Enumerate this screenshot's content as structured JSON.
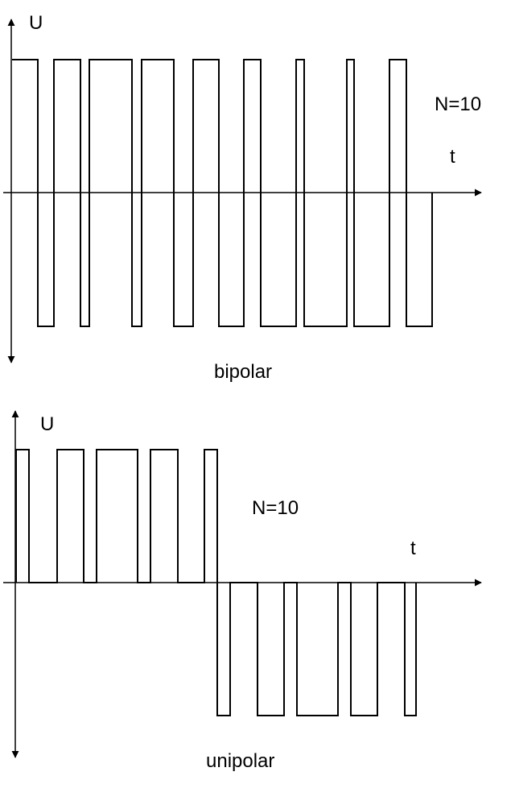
{
  "diagrams": {
    "bipolar": {
      "caption": "bipolar",
      "y_axis_label": "U",
      "x_axis_label": "t",
      "annotation": "N=10"
    },
    "unipolar": {
      "caption": "unipolar",
      "y_axis_label": "U",
      "x_axis_label": "t",
      "annotation": "N=10"
    }
  },
  "style": {
    "line_color": "#000000",
    "background": "#ffffff"
  }
}
